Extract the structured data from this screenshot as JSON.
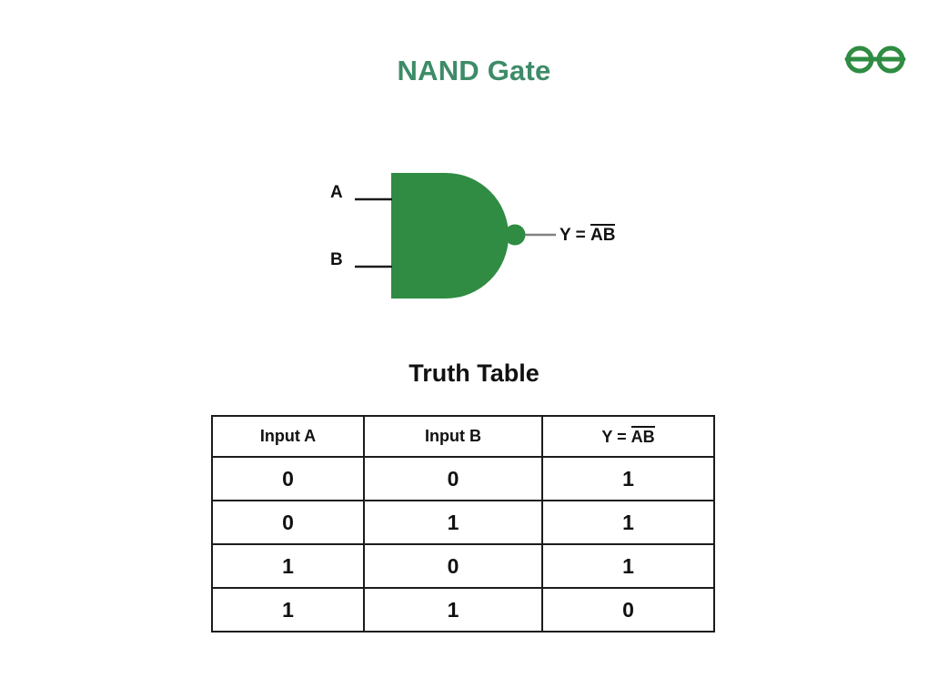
{
  "page": {
    "background_color": "#ffffff",
    "title": "NAND Gate",
    "title_color": "#3d8b68"
  },
  "brand": {
    "name": "geeksforgeeks-logo",
    "color": "#2f8c42"
  },
  "diagram": {
    "name": "nand-gate-diagram",
    "gate_type": "NAND",
    "body_color": "#2f8c42",
    "wire_color": "#1b1b1b",
    "output_wire_color": "#808080",
    "input_a_label": "A",
    "input_b_label": "B",
    "output_prefix": "Y = ",
    "output_expression_overlined": "AB",
    "bubble": "inversion-bubble"
  },
  "truth_table": {
    "heading": "Truth Table",
    "columns": [
      {
        "label": "Input A",
        "overlined": ""
      },
      {
        "label": "Input B",
        "overlined": ""
      },
      {
        "label": "Y = ",
        "overlined": "AB"
      }
    ],
    "rows": [
      {
        "a": "0",
        "b": "0",
        "y": "1"
      },
      {
        "a": "0",
        "b": "1",
        "y": "1"
      },
      {
        "a": "1",
        "b": "0",
        "y": "1"
      },
      {
        "a": "1",
        "b": "1",
        "y": "0"
      }
    ]
  }
}
